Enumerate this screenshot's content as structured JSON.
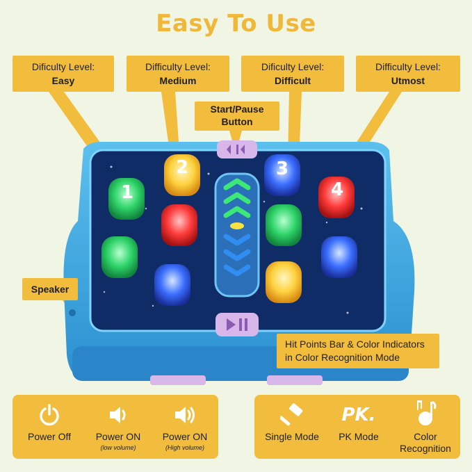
{
  "title": "Easy To Use",
  "callouts": {
    "easy": {
      "line1": "Dificulty Level:",
      "line2": "Easy"
    },
    "medium": {
      "line1": "Difficulty Level:",
      "line2": "Medium"
    },
    "difficult": {
      "line1": "Dificulty Level:",
      "line2": "Difficult"
    },
    "utmost": {
      "line1": "Difficulty Level:",
      "line2": "Utmost"
    },
    "start_pause": {
      "line1": "Start/Pause",
      "line2": "Button"
    },
    "speaker": {
      "line1": "Speaker"
    },
    "hit_points": {
      "line1": "Hit Points Bar & Color Indicators",
      "line2": "in Color Recognition Mode"
    }
  },
  "device_numbers": [
    "1",
    "2",
    "3",
    "4"
  ],
  "power_panel": {
    "items": [
      {
        "label": "Power Off",
        "icon": "power-icon"
      },
      {
        "label": "Power ON",
        "sub": "(low volume)",
        "icon": "speaker-low-icon"
      },
      {
        "label": "Power ON",
        "sub": "(High volume)",
        "icon": "speaker-high-icon"
      }
    ]
  },
  "mode_panel": {
    "items": [
      {
        "label": "Single Mode",
        "icon": "hammer-icon"
      },
      {
        "label": "PK Mode",
        "icon_text": "PK.",
        "icon": "pk-icon"
      },
      {
        "label": "Color\nRecognition",
        "icon": "music-note-icon"
      }
    ]
  },
  "colors": {
    "accent": "#f2bc3c",
    "background": "#f1f6e4",
    "device_body": "#3aa6e0",
    "device_screen": "#0f2c66"
  }
}
